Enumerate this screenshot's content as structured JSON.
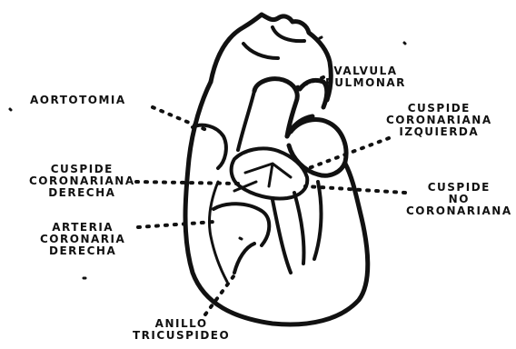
{
  "diagram": {
    "colors": {
      "ink": "#111111",
      "background": "#ffffff"
    },
    "labels": {
      "aortotomia": [
        "AORTOTOMIA"
      ],
      "valvula_pulmonar": [
        "VALVULA",
        "PULMONAR"
      ],
      "cuspide_coronariana_izquierda": [
        "CUSPIDE",
        "CORONARIANA",
        "IZQUIERDA"
      ],
      "cuspide_coronariana_derecha": [
        "CUSPIDE",
        "CORONARIANA",
        "DERECHA"
      ],
      "cuspide_no_coronariana": [
        "CUSPIDE",
        "NO",
        "CORONARIANA"
      ],
      "arteria_coronaria_derecha": [
        "ARTERIA",
        "CORONARIA",
        "DERECHA"
      ],
      "anillo_tricuspideo": [
        "ANILLO",
        "TRICUSPIDEO"
      ]
    }
  }
}
